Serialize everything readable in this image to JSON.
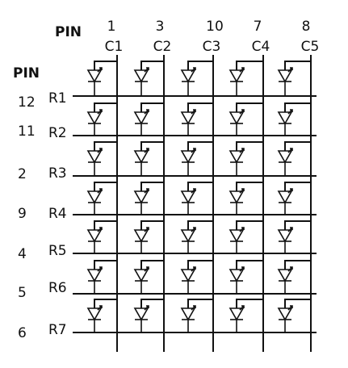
{
  "colors": {
    "ink": "#111111",
    "background": "#ffffff"
  },
  "header": {
    "col_pin_label": "PIN",
    "row_pin_label": "PIN"
  },
  "columns": [
    {
      "pin": "1",
      "label": "C1"
    },
    {
      "pin": "3",
      "label": "C2"
    },
    {
      "pin": "10",
      "label": "C3"
    },
    {
      "pin": "7",
      "label": "C4"
    },
    {
      "pin": "8",
      "label": "C5"
    }
  ],
  "rows": [
    {
      "pin": "12",
      "label": "R1"
    },
    {
      "pin": "11",
      "label": "R2"
    },
    {
      "pin": "2",
      "label": "R3"
    },
    {
      "pin": "9",
      "label": "R4"
    },
    {
      "pin": "4",
      "label": "R5"
    },
    {
      "pin": "5",
      "label": "R6"
    },
    {
      "pin": "6",
      "label": "R7"
    }
  ],
  "diode_symbol": "led-diode-icon"
}
